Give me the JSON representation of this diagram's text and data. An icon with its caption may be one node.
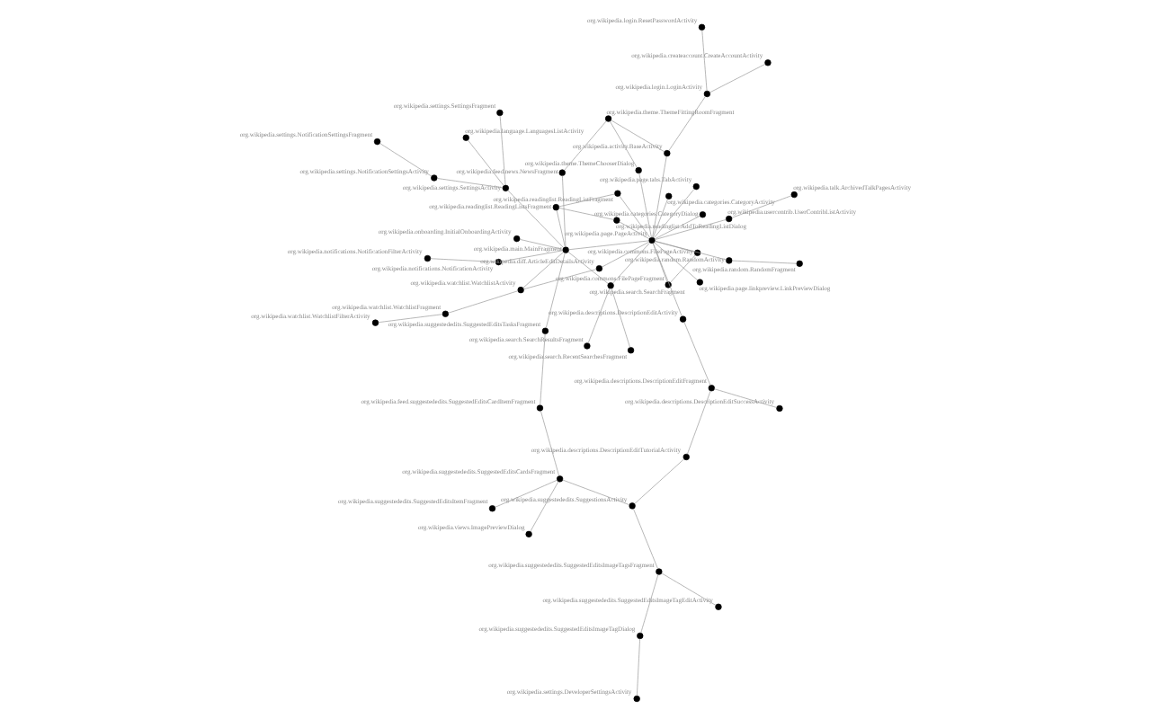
{
  "diagram": {
    "nodes": [
      {
        "text": [],
        "shape": "circle",
        "beside": [
          "org.wikipedia.suggestededits.SuggestedEditsItemFragment"
        ]
      },
      {
        "text": [],
        "shape": "circle",
        "beside": [
          "org.wikipedia.views.ImagePreviewDialog"
        ]
      },
      {
        "text": [],
        "shape": "circle",
        "beside": [
          "org.wikipedia.suggestededits.SuggestedEditsCardsFragment"
        ]
      },
      {
        "text": [],
        "shape": "circle",
        "beside": [
          "org.wikipedia.descriptions.DescriptionEditTutorialActivity"
        ]
      },
      {
        "text": [],
        "shape": "circle",
        "beside": [
          "org.wikipedia.suggestededits.SuggestionsActivity"
        ]
      },
      {
        "text": [],
        "shape": "circle",
        "beside": [
          "org.wikipedia.settings.DeveloperSettingsActivity"
        ]
      },
      {
        "text": [],
        "shape": "circle",
        "beside": [
          "org.wikipedia.suggestededits.SuggestedEditsImageTagDialog"
        ]
      },
      {
        "text": [],
        "shape": "circle",
        "beside": [
          "org.wikipedia.commons.FilePageFragment"
        ]
      },
      {
        "text": [],
        "shape": "circle",
        "beside": [
          "org.wikipedia.suggestededits.SuggestedEditsImageTagsFragment"
        ]
      },
      {
        "text": [],
        "shape": "circle",
        "beside": [
          "org.wikipedia.settings.NotificationSettingsFragment"
        ]
      },
      {
        "text": [],
        "shape": "circle",
        "beside": [
          "org.wikipedia.descriptions.DescriptionEditActivity"
        ]
      },
      {
        "text": [],
        "shape": "circle",
        "beside": [
          "org.wikipedia.settings.SettingsFragment"
        ]
      },
      {
        "text": [],
        "shape": "circle",
        "beside": [
          "org.wikipedia.commons.FilePageActivity"
        ]
      },
      {
        "text": [],
        "shape": "circle",
        "beside": [
          "org.wikipedia.suggestededits.SuggestedEditsImageTagEditActivity"
        ]
      },
      {
        "text": [],
        "shape": "circle",
        "beside": [
          "org.wikipedia.descriptions.DescriptionEditFragment"
        ]
      },
      {
        "text": [],
        "shape": "circle",
        "beside": [
          "org.wikipedia.descriptions.DescriptionEditSuccessActivity"
        ]
      },
      {
        "text": [],
        "shape": "circle",
        "beside": [
          "org.wikipedia.random.RandomActivity"
        ]
      },
      {
        "text": [],
        "shape": "circle",
        "beside": [
          "org.wikipedia.settings.NotificationSettingsActivity"
        ]
      },
      {
        "text": [],
        "shape": "circle",
        "beside": [
          "org.wikipedia.feed.suggestededits.SuggestedEditsCardItemFragment"
        ]
      },
      {
        "text": [],
        "shape": "circle",
        "beside": [
          "org.wikipedia.suggestededits.SuggestedEditsTasksFragment"
        ]
      },
      {
        "text": [],
        "shape": "circle",
        "beside": [
          "org.wikipedia.notifications.NotificationFilterActivity"
        ]
      },
      {
        "text": [],
        "shape": "circle",
        "beside": [
          "org.wikipedia.settings.SettingsActivity"
        ]
      },
      {
        "text": [],
        "shape": "circle",
        "beside": [
          "org.wikipedia.login.ResetPasswordActivity"
        ]
      },
      {
        "text": [],
        "shape": "circle",
        "beside": [
          "org.wikipedia.createaccount.CreateAccountActivity"
        ]
      },
      {
        "text": [],
        "shape": "circle",
        "beside": [
          "org.wikipedia.activity.BaseActivity"
        ]
      },
      {
        "text": [],
        "shape": "circle",
        "beside": [
          "org.wikipedia.random.RandomFragment"
        ]
      },
      {
        "text": [],
        "shape": "circle",
        "beside": [
          "org.wikipedia.usercontrib.UserContribListActivity"
        ]
      },
      {
        "text": [],
        "shape": "circle",
        "beside": [
          "org.wikipedia.login.LoginActivity"
        ]
      },
      {
        "text": [],
        "shape": "circle",
        "beside": [
          "org.wikipedia.notifications.NotificationActivity"
        ]
      },
      {
        "text": [],
        "shape": "circle",
        "beside": [
          "org.wikipedia.page.linkpreview.LinkPreviewDialog"
        ]
      },
      {
        "text": [],
        "shape": "circle",
        "beside": [
          "org.wikipedia.page.PageActivity"
        ]
      },
      {
        "text": [],
        "shape": "circle",
        "beside": [
          "org.wikipedia.main.MainFragment"
        ]
      },
      {
        "text": [],
        "shape": "circle",
        "beside": [
          "org.wikipedia.watchlist.WatchlistActivity"
        ]
      },
      {
        "text": [],
        "shape": "circle",
        "beside": [
          "org.wikipedia.page.tabs.TabActivity"
        ]
      },
      {
        "text": [],
        "shape": "circle",
        "beside": [
          "org.wikipedia.onboarding.InitialOnboardingActivity"
        ]
      },
      {
        "text": [],
        "shape": "circle",
        "beside": [
          "org.wikipedia.watchlist.WatchlistFragment"
        ]
      },
      {
        "text": [],
        "shape": "circle",
        "beside": [
          "org.wikipedia.watchlist.WatchlistFilterActivity"
        ]
      },
      {
        "text": [],
        "shape": "circle",
        "beside": [
          "org.wikipedia.talk.ArchivedTalkPagesActivity"
        ]
      },
      {
        "text": [],
        "shape": "circle",
        "beside": [
          "org.wikipedia.categories.CategoryActivity"
        ]
      },
      {
        "text": [],
        "shape": "circle",
        "beside": [
          "org.wikipedia.language.LanguagesListActivity"
        ]
      },
      {
        "text": [],
        "shape": "circle",
        "beside": [
          "org.wikipedia.diff.ArticleEditDetailsActivity"
        ]
      },
      {
        "text": [],
        "shape": "circle",
        "beside": [
          "org.wikipedia.search.SearchFragment"
        ]
      },
      {
        "text": [],
        "shape": "circle",
        "beside": [
          "org.wikipedia.readinglist.ReadingListFragment"
        ]
      },
      {
        "text": [],
        "shape": "circle",
        "beside": [
          "org.wikipedia.categories.CategoryDialog"
        ]
      },
      {
        "text": [],
        "shape": "circle",
        "beside": [
          "org.wikipedia.search.RecentSearchesFragment"
        ]
      },
      {
        "text": [],
        "shape": "circle",
        "beside": [
          "org.wikipedia.readinglist.ReadingListsFragment"
        ]
      },
      {
        "text": [],
        "shape": "circle",
        "beside": [
          "org.wikipedia.search.SearchResultsFragment"
        ]
      },
      {
        "text": [],
        "shape": "circle",
        "beside": [
          "org.wikipedia.readinglist.AddToReadingListDialog"
        ]
      },
      {
        "text": [],
        "shape": "circle",
        "beside": [
          "org.wikipedia.theme.ThemeChooserDialog"
        ]
      },
      {
        "text": [],
        "shape": "circle",
        "beside": [
          "org.wikipedia.feed.news.NewsFragment"
        ]
      },
      {
        "text": [],
        "shape": "circle",
        "beside": [
          "org.wikipedia.theme.ThemeFittingRoomFragment"
        ]
      }
    ],
    "edges": [
      {
        "from": 30,
        "to": 31,
        "arrow": "none"
      },
      {
        "from": 30,
        "to": 24,
        "arrow": "none"
      },
      {
        "from": 30,
        "to": 33,
        "arrow": "none"
      },
      {
        "from": 30,
        "to": 7,
        "arrow": "none"
      },
      {
        "from": 30,
        "to": 12,
        "arrow": "none"
      },
      {
        "from": 30,
        "to": 41,
        "arrow": "none"
      },
      {
        "from": 30,
        "to": 42,
        "arrow": "none"
      },
      {
        "from": 30,
        "to": 38,
        "arrow": "none"
      },
      {
        "from": 30,
        "to": 43,
        "arrow": "none"
      },
      {
        "from": 30,
        "to": 40,
        "arrow": "none"
      },
      {
        "from": 30,
        "to": 29,
        "arrow": "none"
      },
      {
        "from": 30,
        "to": 26,
        "arrow": "none"
      },
      {
        "from": 30,
        "to": 48,
        "arrow": "none"
      },
      {
        "from": 30,
        "to": 47,
        "arrow": "none"
      },
      {
        "from": 30,
        "to": 16,
        "arrow": "none"
      },
      {
        "from": 30,
        "to": 10,
        "arrow": "none"
      },
      {
        "from": 31,
        "to": 41,
        "arrow": "none"
      },
      {
        "from": 31,
        "to": 45,
        "arrow": "none"
      },
      {
        "from": 31,
        "to": 49,
        "arrow": "none"
      },
      {
        "from": 31,
        "to": 19,
        "arrow": "none"
      },
      {
        "from": 31,
        "to": 32,
        "arrow": "none"
      },
      {
        "from": 31,
        "to": 21,
        "arrow": "none"
      },
      {
        "from": 31,
        "to": 28,
        "arrow": "none"
      },
      {
        "from": 31,
        "to": 34,
        "arrow": "none"
      },
      {
        "from": 2,
        "to": 0,
        "arrow": "none"
      },
      {
        "from": 2,
        "to": 1,
        "arrow": "none"
      },
      {
        "from": 2,
        "to": 4,
        "arrow": "none"
      },
      {
        "from": 4,
        "to": 3,
        "arrow": "none"
      },
      {
        "from": 4,
        "to": 8,
        "arrow": "none"
      },
      {
        "from": 8,
        "to": 6,
        "arrow": "none"
      },
      {
        "from": 6,
        "to": 5,
        "arrow": "none"
      },
      {
        "from": 11,
        "to": 21,
        "arrow": "none"
      },
      {
        "from": 9,
        "to": 17,
        "arrow": "none"
      },
      {
        "from": 17,
        "to": 21,
        "arrow": "none"
      },
      {
        "from": 10,
        "to": 14,
        "arrow": "none"
      },
      {
        "from": 14,
        "to": 15,
        "arrow": "none"
      },
      {
        "from": 14,
        "to": 3,
        "arrow": "none"
      },
      {
        "from": 12,
        "to": 7,
        "arrow": "none"
      },
      {
        "from": 13,
        "to": 8,
        "arrow": "none"
      },
      {
        "from": 16,
        "to": 25,
        "arrow": "none"
      },
      {
        "from": 22,
        "to": 27,
        "arrow": "none"
      },
      {
        "from": 23,
        "to": 27,
        "arrow": "none"
      },
      {
        "from": 27,
        "to": 24,
        "arrow": "none"
      },
      {
        "from": 19,
        "to": 18,
        "arrow": "none"
      },
      {
        "from": 18,
        "to": 2,
        "arrow": "none"
      },
      {
        "from": 20,
        "to": 28,
        "arrow": "none"
      },
      {
        "from": 32,
        "to": 35,
        "arrow": "none"
      },
      {
        "from": 35,
        "to": 36,
        "arrow": "none"
      },
      {
        "from": 37,
        "to": 26,
        "arrow": "none"
      },
      {
        "from": 39,
        "to": 21,
        "arrow": "none"
      },
      {
        "from": 40,
        "to": 32,
        "arrow": "none"
      },
      {
        "from": 41,
        "to": 46,
        "arrow": "none"
      },
      {
        "from": 41,
        "to": 44,
        "arrow": "none"
      },
      {
        "from": 42,
        "to": 45,
        "arrow": "none"
      },
      {
        "from": 45,
        "to": 47,
        "arrow": "none"
      },
      {
        "from": 48,
        "to": 50,
        "arrow": "none"
      },
      {
        "from": 49,
        "to": 50,
        "arrow": "none"
      },
      {
        "from": 50,
        "to": 24,
        "arrow": "none"
      }
    ]
  }
}
